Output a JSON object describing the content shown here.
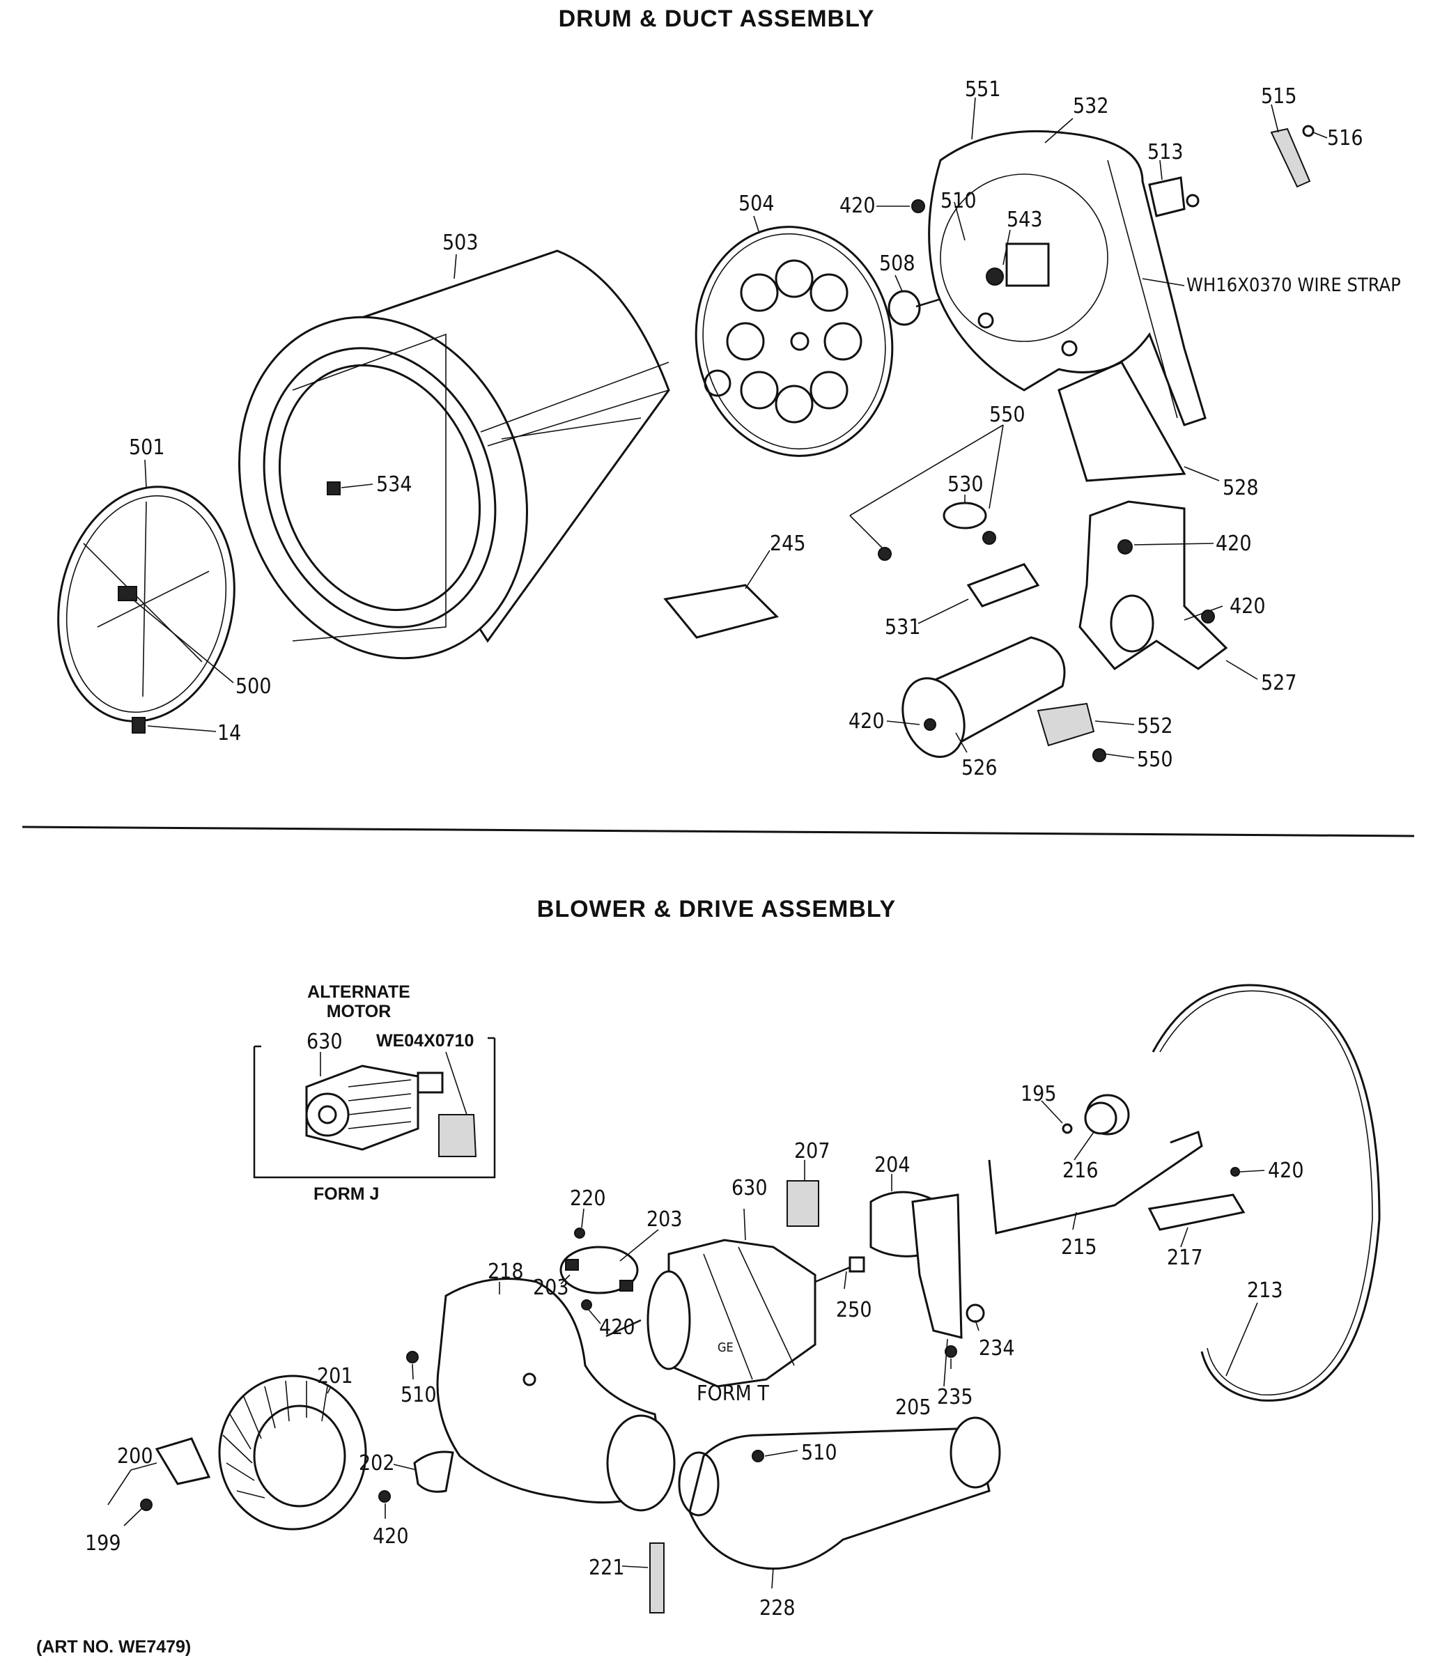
{
  "sections": {
    "drum_title": "DRUM & DUCT ASSEMBLY",
    "blower_title": "BLOWER & DRIVE ASSEMBLY",
    "art_no": "(ART NO. WE7479)"
  },
  "alternate_motor": {
    "heading_line1": "ALTERNATE",
    "heading_line2": "MOTOR",
    "part": "630",
    "kit": "WE04X0710",
    "form": "FORM J"
  },
  "drum_labels": {
    "p551": "551",
    "p532": "532",
    "p515": "515",
    "p516": "516",
    "p513": "513",
    "p420a": "420",
    "p510a": "510",
    "p543": "543",
    "p504": "504",
    "p503": "503",
    "p508": "508",
    "wire_strap": "WH16X0370 WIRE STRAP",
    "p550a": "550",
    "p501": "501",
    "p534": "534",
    "p530": "530",
    "p528": "528",
    "p245": "245",
    "p420b": "420",
    "p420c": "420",
    "p531": "531",
    "p527": "527",
    "p500": "500",
    "p420d": "420",
    "p552": "552",
    "p14": "14",
    "p550b": "550",
    "p526": "526"
  },
  "blower_labels": {
    "p207": "207",
    "p204": "204",
    "p630": "630",
    "p220": "220",
    "p203a": "203",
    "p195": "195",
    "p420e": "420",
    "p216": "216",
    "p218": "218",
    "p203b": "203",
    "p420f": "420",
    "p250": "250",
    "p215": "215",
    "p217": "217",
    "p234": "234",
    "form_t": "FORM T",
    "p213": "213",
    "p201": "201",
    "p510b": "510",
    "p235": "235",
    "p205": "205",
    "p510c": "510",
    "p200": "200",
    "p202": "202",
    "p420g": "420",
    "p199": "199",
    "p221": "221",
    "p228": "228"
  }
}
